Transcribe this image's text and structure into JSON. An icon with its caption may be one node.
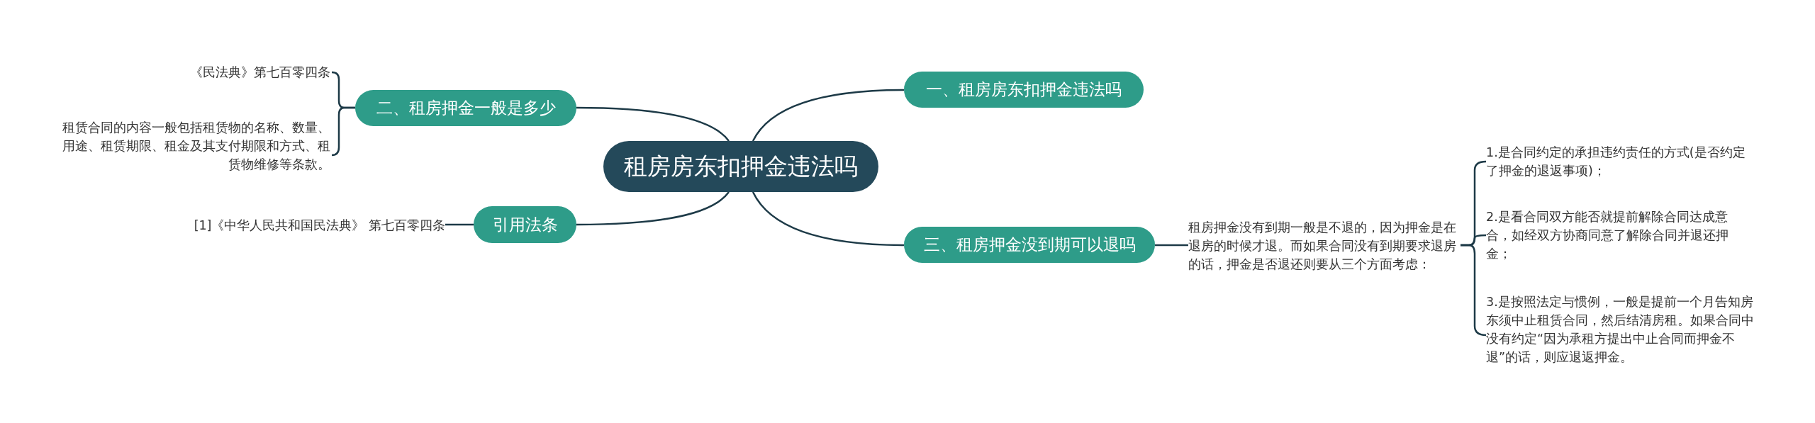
{
  "diagram": {
    "nodes": [
      {
        "text": [
          "租房房东扣押金违法吗"
        ]
      },
      {
        "text": [
          "一、租房房东扣押金违法吗"
        ]
      },
      {
        "text": [
          "二、租房押金一般是多少"
        ]
      },
      {
        "text": [
          "《民法典》第七百零四条"
        ]
      },
      {
        "text": [
          "租赁合同的内容一般包括租赁物的名称、数量、用途、租赁期限、租金及其支付期限和方式、租赁物维修等条款。"
        ]
      },
      {
        "text": [
          "三、租房押金没到期可以退吗"
        ]
      },
      {
        "text": [
          "租房押金没有到期一般是不退的，因为押金是在退房的时候才退。而如果合同没有到期要求退房的话，押金是否退还则要从三个方面考虑："
        ]
      },
      {
        "text": [
          "1.是合同约定的承担违约责任的方式(是否约定了押金的退返事项)；"
        ]
      },
      {
        "text": [
          "2.是看合同双方能否就提前解除合同达成意合，如经双方协商同意了解除合同并退还押金；"
        ]
      },
      {
        "text": [
          "3.是按照法定与惯例，一般是提前一个月告知房东须中止租赁合同，然后结清房租。如果合同中没有约定“因为承租方提出中止合同而押金不退”的话，则应退返押金。"
        ]
      },
      {
        "text": [
          "引用法条"
        ]
      },
      {
        "text": [
          "[1]《中华人民共和国民法典》 第七百零四条"
        ]
      }
    ],
    "edges": [
      {
        "from": 0,
        "to": 1,
        "arrow": "none"
      },
      {
        "from": 0,
        "to": 2,
        "arrow": "none"
      },
      {
        "from": 2,
        "to": 3,
        "arrow": "none"
      },
      {
        "from": 2,
        "to": 4,
        "arrow": "none"
      },
      {
        "from": 0,
        "to": 5,
        "arrow": "none"
      },
      {
        "from": 5,
        "to": 6,
        "arrow": "none"
      },
      {
        "from": 6,
        "to": 7,
        "arrow": "none"
      },
      {
        "from": 6,
        "to": 8,
        "arrow": "none"
      },
      {
        "from": 6,
        "to": 9,
        "arrow": "none"
      },
      {
        "from": 0,
        "to": 10,
        "arrow": "none"
      },
      {
        "from": 10,
        "to": 11,
        "arrow": "none"
      }
    ]
  }
}
